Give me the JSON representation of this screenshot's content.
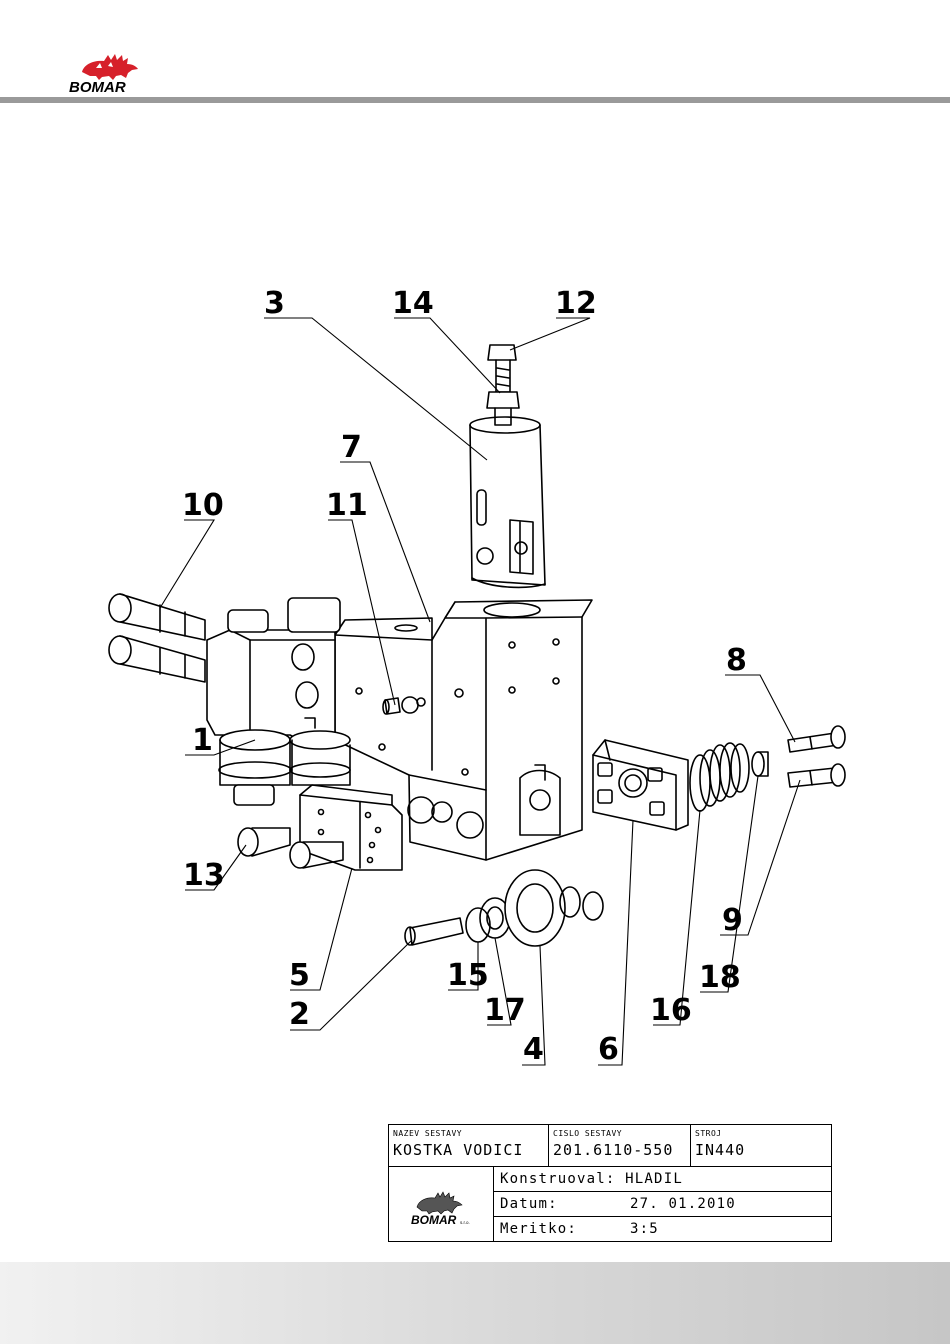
{
  "header": {
    "logo_text": "BOMAR",
    "colors": {
      "logo_red": "#d6202a",
      "rule_gray": "#9a9a9a"
    }
  },
  "diagram": {
    "callouts": [
      "1",
      "2",
      "3",
      "4",
      "5",
      "6",
      "7",
      "8",
      "9",
      "10",
      "11",
      "12",
      "13",
      "14",
      "15",
      "16",
      "17",
      "18"
    ]
  },
  "title_block": {
    "name_label": "NAZEV SESTAVY",
    "name_value": "KOSTKA VODICI",
    "number_label": "CISLO SESTAVY",
    "number_value": "201.6110-550",
    "machine_label": "STROJ",
    "machine_value": "IN440",
    "designer": "Konstruoval: HLADIL",
    "date_label": "Datum:",
    "date_value": "27. 01.2010",
    "scale_label": "Meritko:",
    "scale_value": "3:5",
    "logo_text": "BOMAR",
    "logo_suffix": "s.r.o."
  }
}
